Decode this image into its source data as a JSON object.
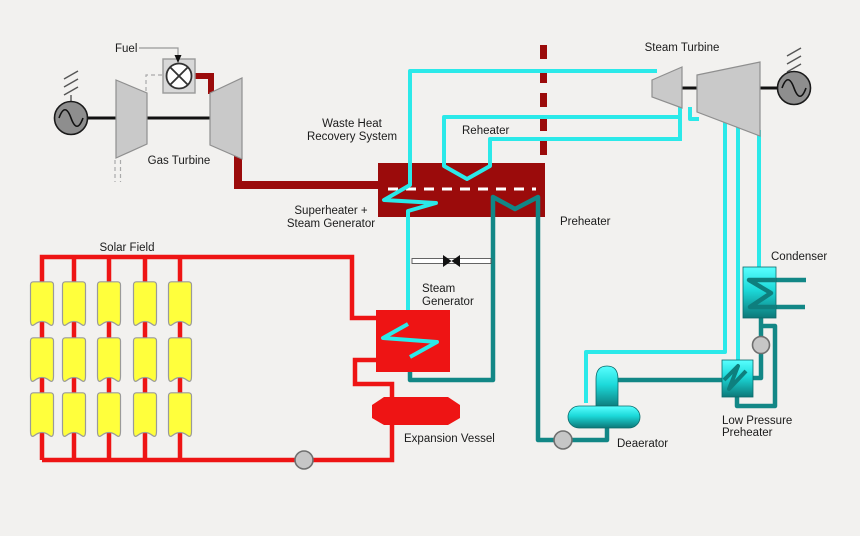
{
  "diagram": {
    "type": "process-flow-diagram",
    "subject": "Integrated solar combined cycle power plant",
    "labels": {
      "fuel": "Fuel",
      "gas_turbine": "Gas Turbine",
      "waste_heat_line1": "Waste Heat",
      "waste_heat_line2": "Recovery System",
      "superheater_line1": "Superheater +",
      "superheater_line2": "Steam Generator",
      "reheater": "Reheater",
      "preheater": "Preheater",
      "steam_turbine": "Steam Turbine",
      "solar_field": "Solar Field",
      "steam_generator_line1": "Steam",
      "steam_generator_line2": "Generator",
      "expansion_vessel": "Expansion Vessel",
      "deaerator": "Deaerator",
      "condenser": "Condenser",
      "lp_preheater_line1": "Low Pressure",
      "lp_preheater_line2": "Preheater"
    },
    "colors": {
      "solar_loop_red": "#EE1414",
      "flue_gas_maroon": "#9B0B0B",
      "steam_cyan": "#2BE9E9",
      "feedwater_teal": "#128786",
      "collector_yellow": "#FFFF3C",
      "equipment_gray": "#C9C9C9",
      "background": "#F2F1EF"
    },
    "solar_field": {
      "collector_columns": 5,
      "collector_rows": 3,
      "collector_count": 15
    }
  }
}
